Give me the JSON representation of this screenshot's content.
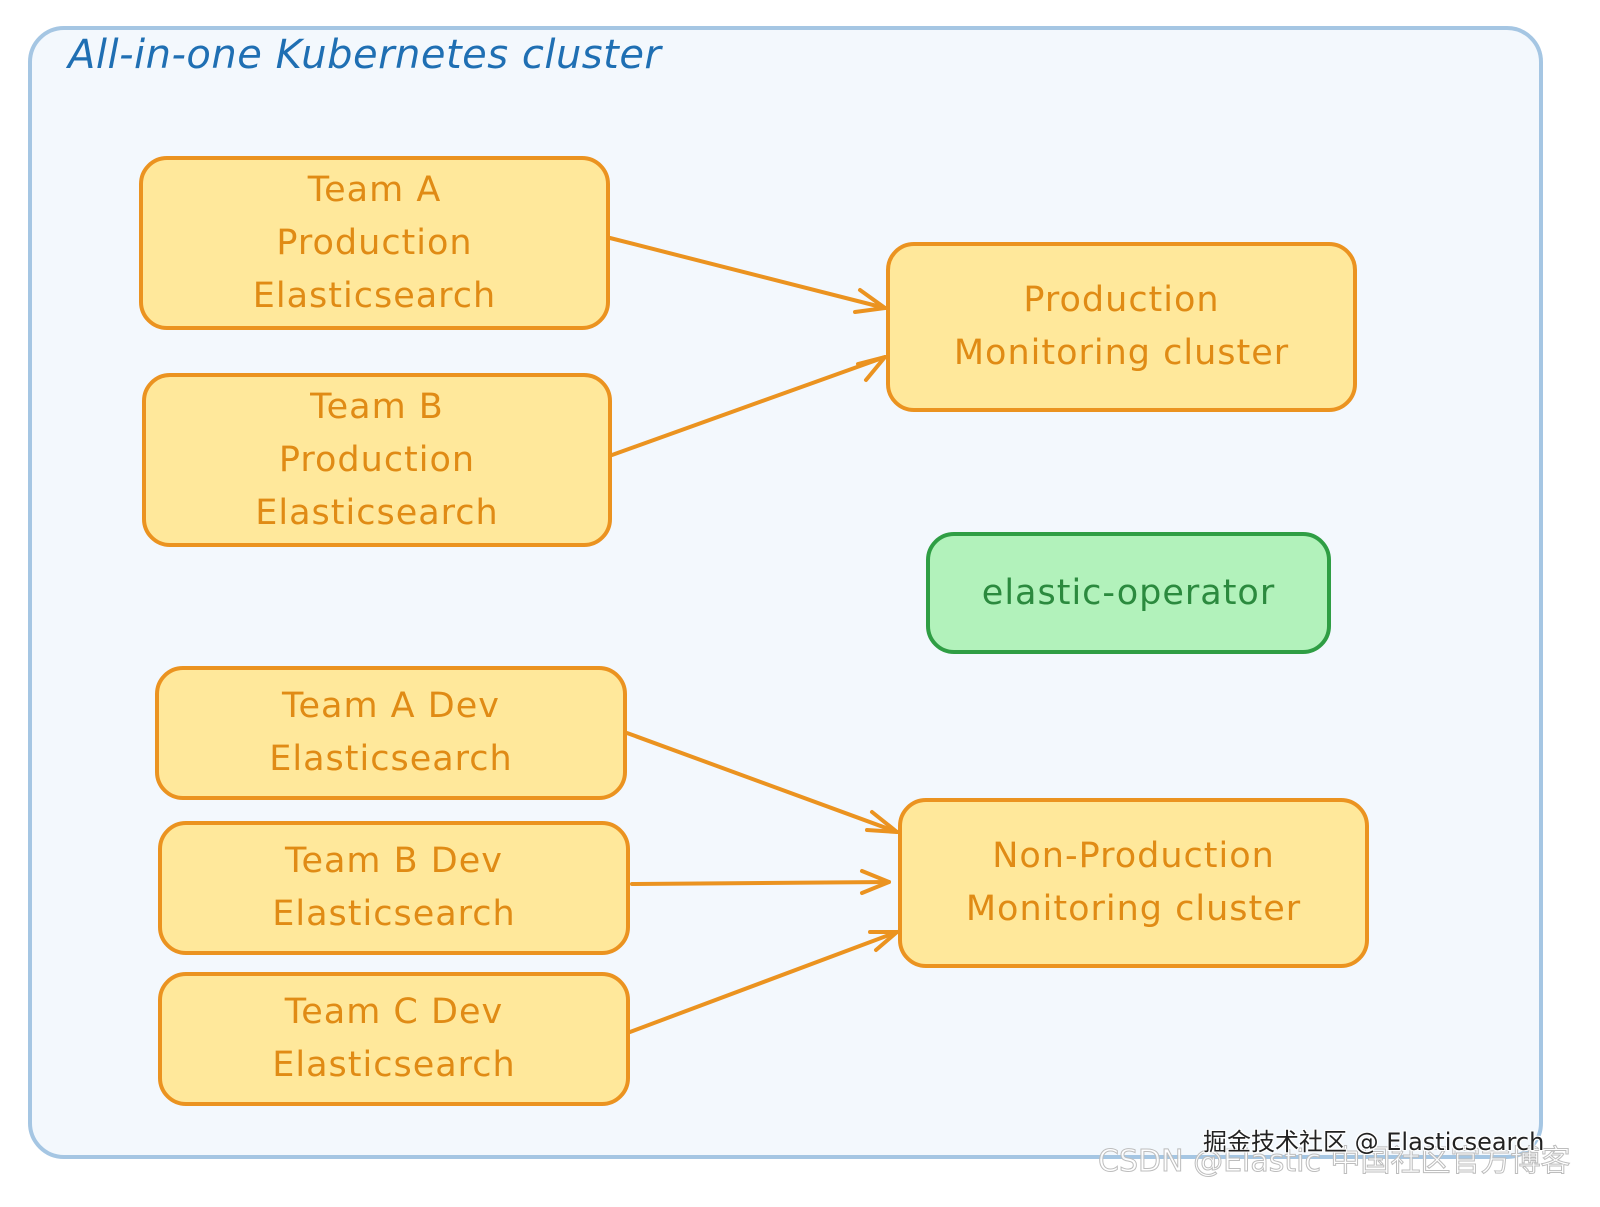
{
  "frame": {
    "title": "All-in-one Kubernetes cluster"
  },
  "colors": {
    "frame_border": "#a5c6e3",
    "frame_fill": "#f3f8fd",
    "title": "#1f6fb3",
    "node_fill": "#ffe89b",
    "node_stroke": "#eb9320",
    "node_text": "#e08b15",
    "operator_fill": "#b2f2bb",
    "operator_stroke": "#2f9e44",
    "operator_text": "#2b8a3e"
  },
  "nodes": {
    "team_a_prod": {
      "lines": [
        "Team A",
        "Production",
        "Elasticsearch"
      ]
    },
    "team_b_prod": {
      "lines": [
        "Team B",
        "Production",
        "Elasticsearch"
      ]
    },
    "prod_monitoring": {
      "lines": [
        "Production",
        "Monitoring cluster"
      ]
    },
    "operator": {
      "lines": [
        "elastic-operator"
      ]
    },
    "team_a_dev": {
      "lines": [
        "Team A Dev",
        "Elasticsearch"
      ]
    },
    "team_b_dev": {
      "lines": [
        "Team B Dev",
        "Elasticsearch"
      ]
    },
    "team_c_dev": {
      "lines": [
        "Team C Dev",
        "Elasticsearch"
      ]
    },
    "nonprod_monitoring": {
      "lines": [
        "Non-Production",
        "Monitoring cluster"
      ]
    }
  },
  "edges": [
    {
      "from": "team_a_prod",
      "to": "prod_monitoring"
    },
    {
      "from": "team_b_prod",
      "to": "prod_monitoring"
    },
    {
      "from": "team_a_dev",
      "to": "nonprod_monitoring"
    },
    {
      "from": "team_b_dev",
      "to": "nonprod_monitoring"
    },
    {
      "from": "team_c_dev",
      "to": "nonprod_monitoring"
    }
  ],
  "watermarks": {
    "juejin": "掘金技术社区 @ Elasticsearch",
    "csdn": "CSDN @Elastic 中国社区官方博客"
  }
}
